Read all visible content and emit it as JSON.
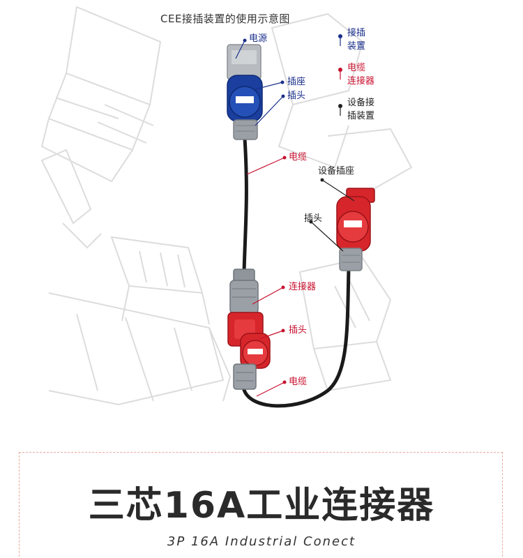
{
  "diagram": {
    "title": "CEE接插装置的使用示意图",
    "callouts": {
      "power": "电源",
      "socket": "插座",
      "plug_top": "插头",
      "cable_top": "电缆",
      "device_socket": "设备插座",
      "plug_right": "插头",
      "connector": "连接器",
      "plug_bottom": "插头",
      "cable_bottom": "电缆"
    },
    "legend": [
      {
        "label_line1": "接插",
        "label_line2": "装置",
        "color": "#1a2f8a"
      },
      {
        "label_line1": "电缆",
        "label_line2": "连接器",
        "color": "#c8102e"
      },
      {
        "label_line1": "设备接",
        "label_line2": "插装置",
        "color": "#222222"
      }
    ],
    "colors": {
      "blue": "#1a3f9e",
      "red": "#d7262b",
      "grey": "#8f959b",
      "cable": "#1a1a1a"
    }
  },
  "product": {
    "title": "三芯16A工业连接器",
    "subtitle": "3P 16A Industrial Conect"
  }
}
